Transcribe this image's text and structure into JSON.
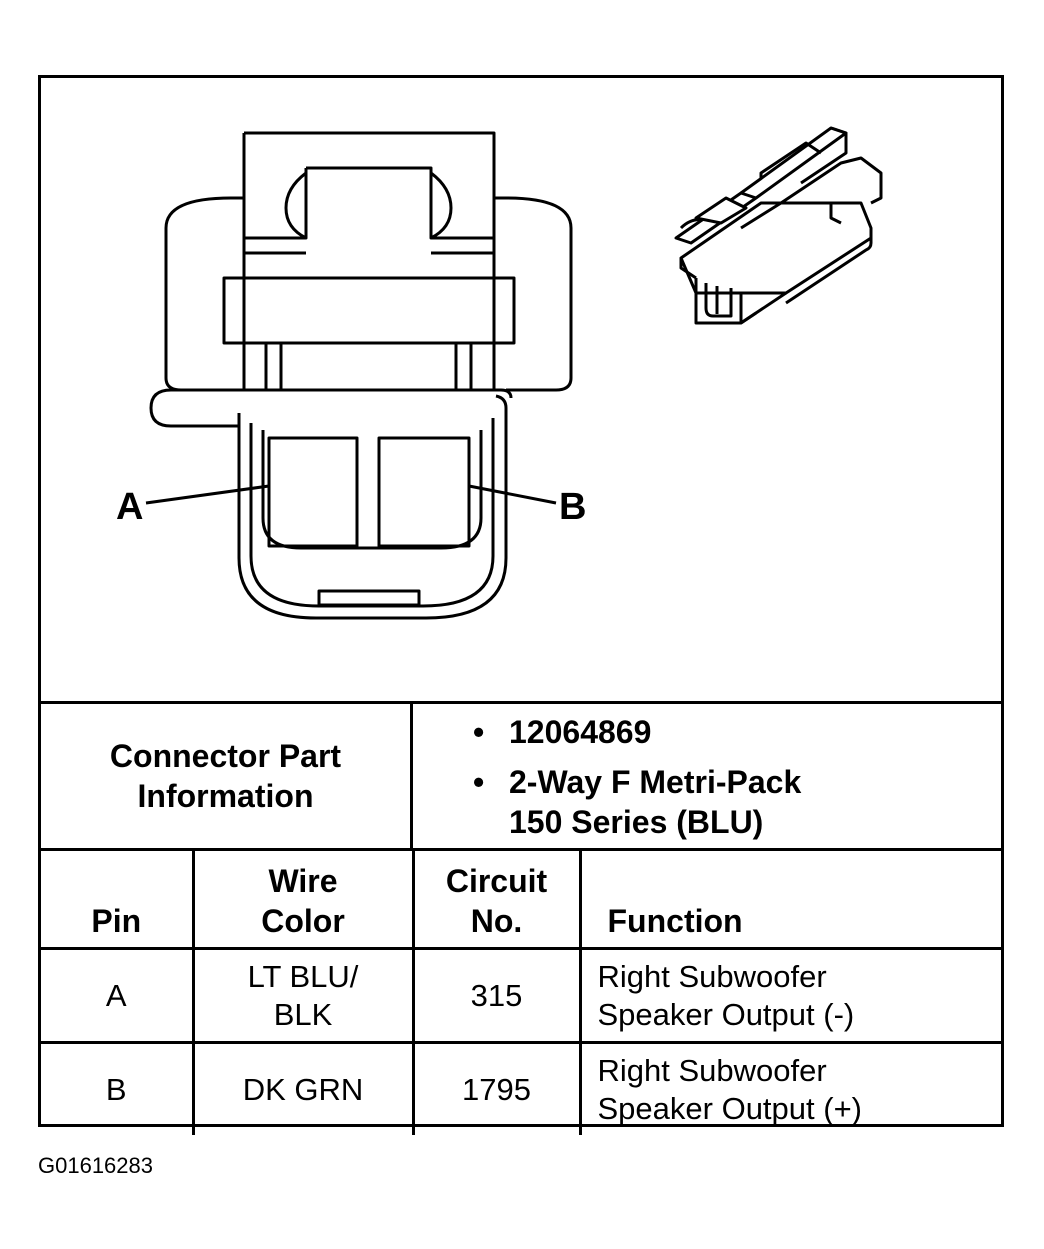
{
  "diagram": {
    "pin_labels": [
      "A",
      "B"
    ]
  },
  "connector_info": {
    "label_line1": "Connector Part",
    "label_line2": "Information",
    "bullets": [
      "12064869",
      "2-Way F Metri-Pack",
      "150 Series (BLU)"
    ]
  },
  "table": {
    "headers": {
      "pin": "Pin",
      "wire_color_1": "Wire",
      "wire_color_2": "Color",
      "circuit_1": "Circuit",
      "circuit_2": "No.",
      "function": "Function"
    },
    "rows": [
      {
        "pin": "A",
        "color_1": "LT BLU/",
        "color_2": "BLK",
        "circuit": "315",
        "function_1": "Right Subwoofer",
        "function_2": "Speaker Output (-)"
      },
      {
        "pin": "B",
        "color_1": "DK GRN",
        "color_2": "",
        "circuit": "1795",
        "function_1": "Right Subwoofer",
        "function_2": "Speaker Output (+)"
      }
    ]
  },
  "figure_id": "G01616283"
}
